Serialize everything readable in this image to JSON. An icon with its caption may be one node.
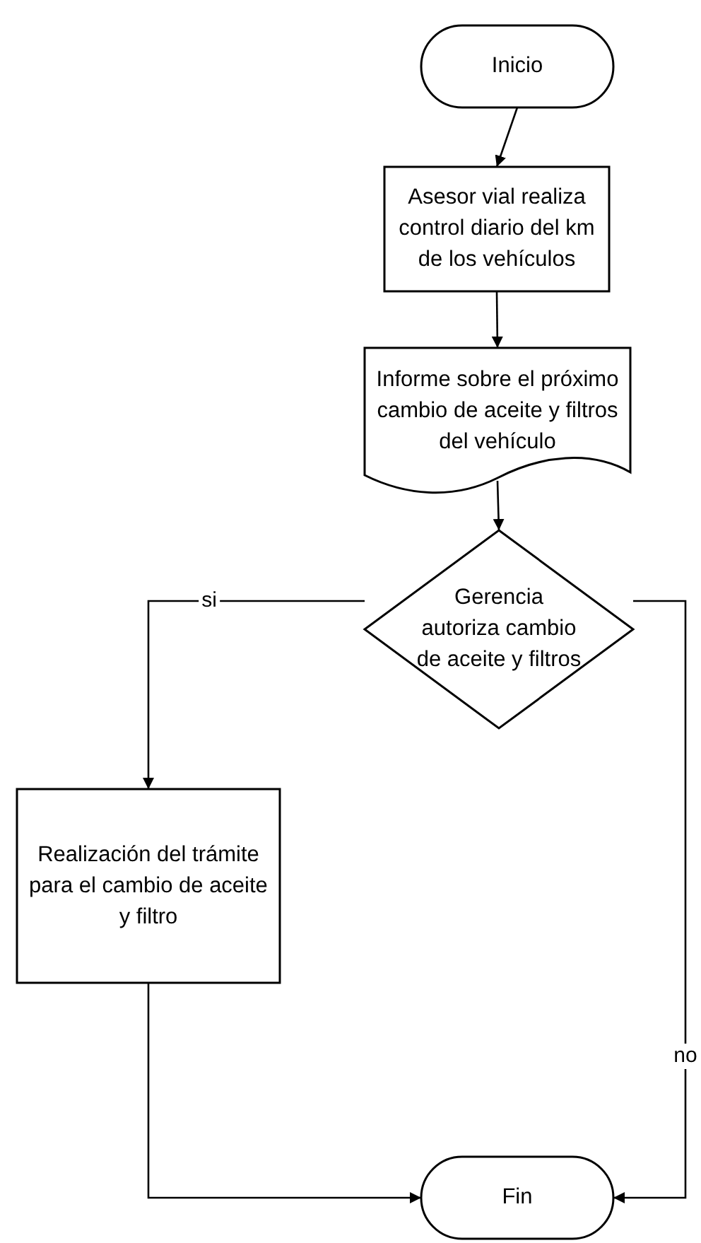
{
  "diagram": {
    "nodes": [
      {
        "text": [
          "Inicio"
        ]
      },
      {
        "text": [
          "Asesor vial realiza control diario del km de los vehículos"
        ]
      },
      {
        "text": [
          "Informe sobre el próximo cambio de aceite y filtros del vehículo"
        ]
      },
      {
        "text": [
          "Gerencia autoriza cambio de aceite y filtros"
        ]
      },
      {
        "text": [
          "Realización del trámite para el cambio de aceite y filtro"
        ]
      },
      {
        "text": [
          "Fin"
        ]
      }
    ],
    "edges": [
      {
        "from": 0,
        "to": 1,
        "arrow": "to"
      },
      {
        "from": 1,
        "to": 2,
        "arrow": "to"
      },
      {
        "from": 2,
        "to": 3,
        "arrow": "to"
      },
      {
        "from": 3,
        "to": 4,
        "arrow": "to",
        "label": "si"
      },
      {
        "from": 3,
        "to": 5,
        "arrow": "to",
        "label": "no"
      },
      {
        "from": 4,
        "to": 5,
        "arrow": "to"
      }
    ]
  }
}
